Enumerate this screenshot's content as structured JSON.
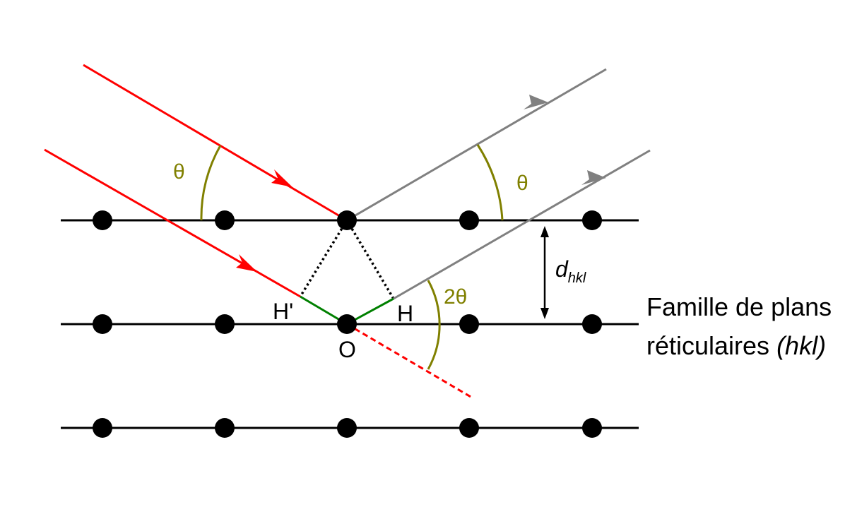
{
  "labels": {
    "theta_incident": "θ",
    "theta_reflected": "θ",
    "two_theta": "2θ",
    "h_prime": "H'",
    "h": "H",
    "origin": "O",
    "d": "d",
    "d_subscript": "hkl",
    "family_line1": "Famille de plans",
    "family_line2_prefix": "réticulaires ",
    "family_line2_hkl": "(hkl)"
  },
  "colors": {
    "incident": "#ff0000",
    "reflected": "#808080",
    "angle": "#808000",
    "path_difference": "#008000",
    "lattice": "#000000"
  }
}
